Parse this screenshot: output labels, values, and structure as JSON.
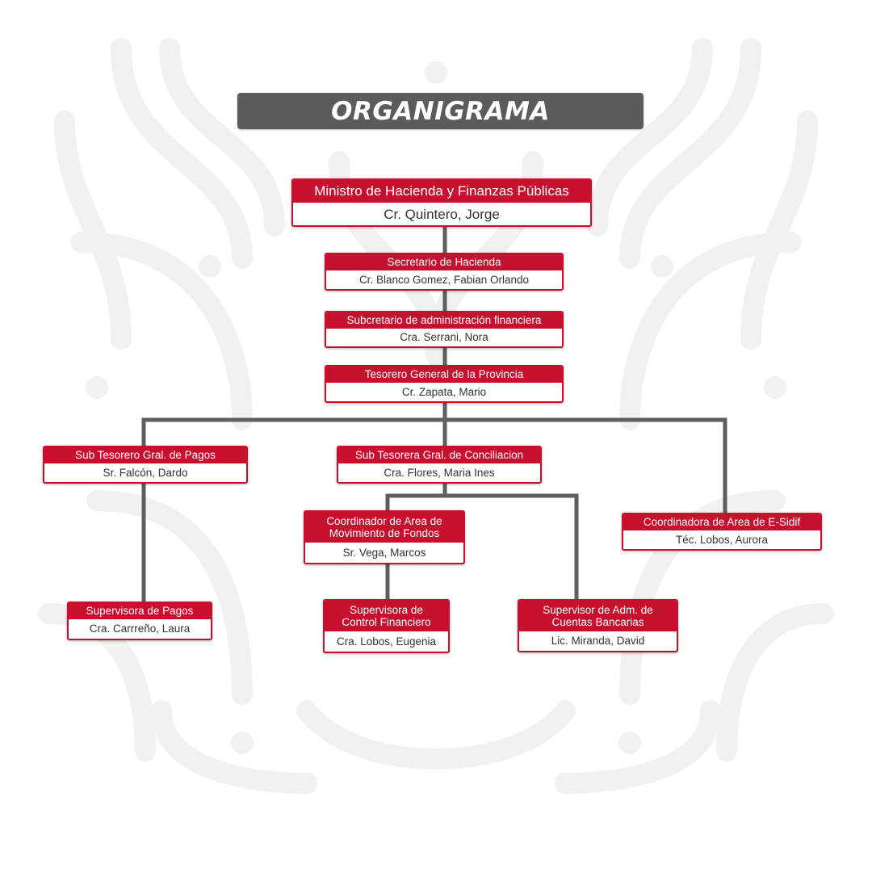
{
  "title": "ORGANIGRAMA",
  "colors": {
    "accent": "#c8102e",
    "title_bar": "#5b5b5b",
    "connector": "#5e5e5e"
  },
  "nodes": {
    "ministro": {
      "role": "Ministro de Hacienda y Finanzas Públicas",
      "name": "Cr. Quintero, Jorge"
    },
    "secretario": {
      "role": "Secretario de Hacienda",
      "name": "Cr. Blanco Gomez, Fabian Orlando"
    },
    "subsecretario": {
      "role": "Subcretario de administración financiera",
      "name": "Cra. Serrani, Nora"
    },
    "tesorero": {
      "role": "Tesorero General de la Provincia",
      "name": "Cr. Zapata, Mario"
    },
    "subtesorero_pagos": {
      "role": "Sub Tesorero Gral. de Pagos",
      "name": "Sr. Falcón, Dardo"
    },
    "subtesorera_conciliacion": {
      "role": "Sub Tesorera Gral. de Conciliacion",
      "name": "Cra. Flores, Maria Ines"
    },
    "coord_movimiento": {
      "role": "Coordinador de Area de\nMovimiento de Fondos",
      "name": "Sr. Vega, Marcos"
    },
    "coord_esidif": {
      "role": "Coordinadora de Area de E-Sidif",
      "name": "Téc. Lobos, Aurora"
    },
    "sup_pagos": {
      "role": "Supervisora de Pagos",
      "name": "Cra. Carrreño, Laura"
    },
    "sup_control": {
      "role": "Supervisora de\nControl Financiero",
      "name": "Cra. Lobos, Eugenia"
    },
    "sup_cuentas": {
      "role": "Supervisor de Adm. de\nCuentas Bancarias",
      "name": "Lic. Miranda, David"
    }
  }
}
